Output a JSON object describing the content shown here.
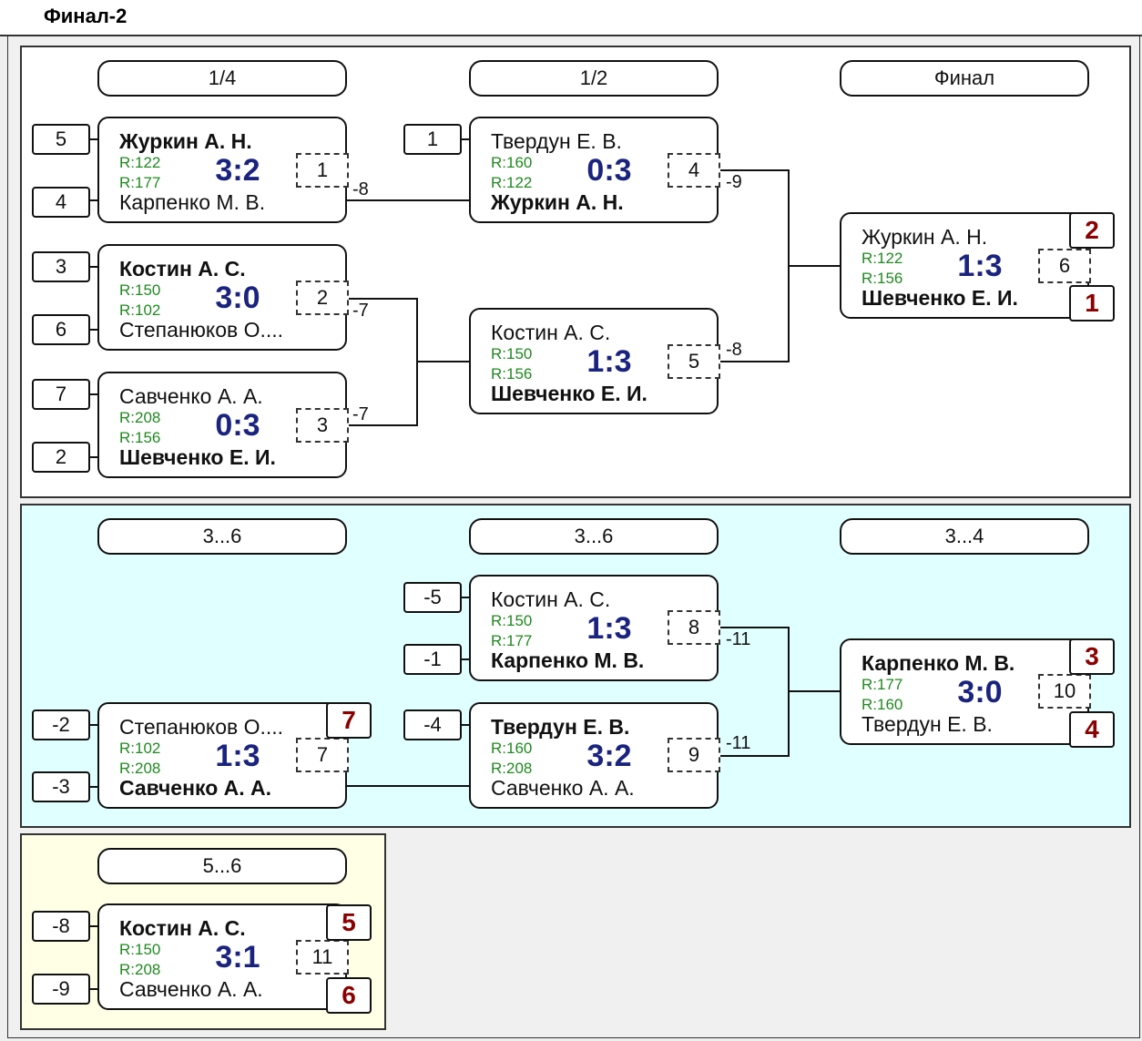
{
  "title": "Финал-2",
  "panels": {
    "main": {
      "headers": [
        "1/4",
        "1/2",
        "Финал"
      ],
      "seeds": [
        "5",
        "4",
        "3",
        "6",
        "7",
        "2",
        "1"
      ],
      "matches": [
        {
          "p1": "Журкин А. Н.",
          "p1_bold": true,
          "r1": "R:122",
          "r2": "R:177",
          "score": "3:2",
          "num": "1",
          "p2": "Карпенко М. В.",
          "p2_bold": false,
          "out": "-8"
        },
        {
          "p1": "Костин А. С.",
          "p1_bold": true,
          "r1": "R:150",
          "r2": "R:102",
          "score": "3:0",
          "num": "2",
          "p2": "Степанюков О....",
          "p2_bold": false,
          "out": "-7"
        },
        {
          "p1": "Савченко А. А.",
          "p1_bold": false,
          "r1": "R:208",
          "r2": "R:156",
          "score": "0:3",
          "num": "3",
          "p2": "Шевченко Е. И.",
          "p2_bold": true,
          "out": "-7"
        },
        {
          "p1": "Твердун Е. В.",
          "p1_bold": false,
          "r1": "R:160",
          "r2": "R:122",
          "score": "0:3",
          "num": "4",
          "p2": "Журкин А. Н.",
          "p2_bold": true,
          "out": "-9"
        },
        {
          "p1": "Костин А. С.",
          "p1_bold": false,
          "r1": "R:150",
          "r2": "R:156",
          "score": "1:3",
          "num": "5",
          "p2": "Шевченко Е. И.",
          "p2_bold": true,
          "out": "-8"
        },
        {
          "p1": "Журкин А. Н.",
          "p1_bold": false,
          "r1": "R:122",
          "r2": "R:156",
          "score": "1:3",
          "num": "6",
          "p2": "Шевченко Е. И.",
          "p2_bold": true,
          "place1": "2",
          "place2": "1"
        }
      ]
    },
    "middle": {
      "headers": [
        "3...6",
        "3...6",
        "3...4"
      ],
      "seeds": [
        "-5",
        "-1",
        "-2",
        "-3",
        "-4"
      ],
      "matches": [
        {
          "p1": "Костин А. С.",
          "p1_bold": false,
          "r1": "R:150",
          "r2": "R:177",
          "score": "1:3",
          "num": "8",
          "p2": "Карпенко М. В.",
          "p2_bold": true,
          "out": "-11"
        },
        {
          "p1": "Степанюков О....",
          "p1_bold": false,
          "r1": "R:102",
          "r2": "R:208",
          "score": "1:3",
          "num": "7",
          "p2": "Савченко А. А.",
          "p2_bold": true,
          "place1": "7"
        },
        {
          "p1": "Твердун Е. В.",
          "p1_bold": true,
          "r1": "R:160",
          "r2": "R:208",
          "score": "3:2",
          "num": "9",
          "p2": "Савченко А. А.",
          "p2_bold": false,
          "out": "-11"
        },
        {
          "p1": "Карпенко М. В.",
          "p1_bold": true,
          "r1": "R:177",
          "r2": "R:160",
          "score": "3:0",
          "num": "10",
          "p2": "Твердун Е. В.",
          "p2_bold": false,
          "place1": "3",
          "place2": "4"
        }
      ]
    },
    "bottom": {
      "headers": [
        "5...6"
      ],
      "seeds": [
        "-8",
        "-9"
      ],
      "matches": [
        {
          "p1": "Костин А. С.",
          "p1_bold": true,
          "r1": "R:150",
          "r2": "R:208",
          "score": "3:1",
          "num": "11",
          "p2": "Савченко А. А.",
          "p2_bold": false,
          "place1": "5",
          "place2": "6"
        }
      ]
    }
  },
  "colors": {
    "main_bg": "#ffffff",
    "middle_bg": "#e0ffff",
    "bottom_bg": "#ffffe6",
    "score": "#1a237e",
    "rating": "#1f8a1f",
    "place": "#8b0000"
  }
}
